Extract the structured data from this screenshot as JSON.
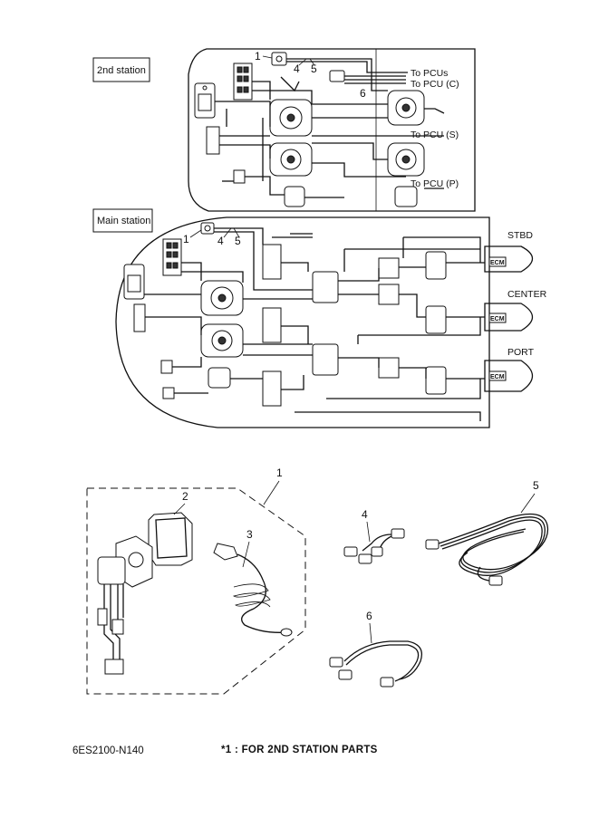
{
  "wiring": {
    "second_station_label": "2nd station",
    "main_station_label": "Main station",
    "to_pcus": "To PCUs",
    "to_pcu_c": "To PCU (C)",
    "to_pcu_s": "To PCU (S)",
    "to_pcu_p": "To PCU (P)",
    "stbd": "STBD",
    "center": "CENTER",
    "port": "PORT",
    "ecm": "ECM",
    "callouts_top": [
      "1",
      "4",
      "5",
      "6"
    ],
    "callouts_main": [
      "1",
      "4",
      "5"
    ]
  },
  "parts": {
    "callouts": [
      "1",
      "2",
      "3",
      "4",
      "5",
      "6"
    ]
  },
  "footer": {
    "part_code": "6ES2100-N140",
    "footnote": "*1 : FOR 2ND STATION PARTS"
  }
}
